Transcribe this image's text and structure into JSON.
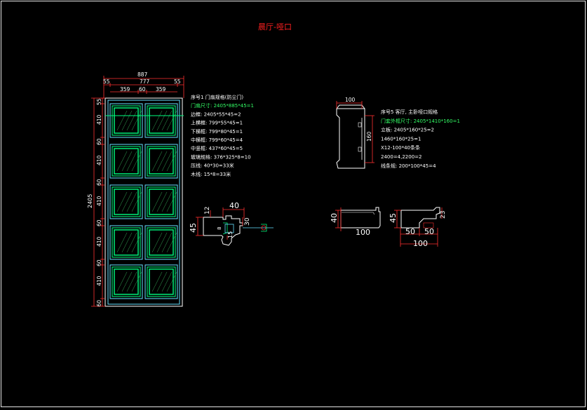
{
  "title": "晨厅-哑口",
  "door": {
    "overall_width": "887",
    "sub_widths": [
      "55",
      "777",
      "55"
    ],
    "panel_widths": [
      "359",
      "60",
      "359"
    ],
    "total_height": "2405",
    "left_dims": [
      "55",
      "410",
      "60",
      "410",
      "60",
      "410",
      "60",
      "410",
      "60",
      "410",
      "60"
    ]
  },
  "spec_left": {
    "lines": [
      "序号1  门扇规格(防尘门)",
      "门扇尺寸: 2405*885*45=1",
      "边框: 2405*55*45=2",
      "上横框: 799*55*45=1",
      "下横框: 799*80*45=1",
      "中横框: 799*60*45=4",
      "中竖框: 437*60*45=5",
      "玻璃规格: 376*325*8=10",
      "压线: 40*30=33米",
      "木线: 15*8=33米"
    ],
    "highlight_index": 1
  },
  "spec_right": {
    "lines": [
      "序号5  客厅, 主卧哑口规格",
      "门套外框尺寸: 2405*1410*160=1",
      "立板: 2405*160*25=2",
      "      1460*160*25=1",
      "X12-100*40条条",
      "  2400=4,2200=2",
      "线条规: 200*100*45=4"
    ],
    "highlight_index": 1
  },
  "profile_molding": {
    "w": "40",
    "h": "45",
    "a": "12",
    "b": "30",
    "c": "15",
    "d": "8"
  },
  "jamb": {
    "top": "100",
    "side": "160"
  },
  "trim1": {
    "h": "40",
    "w": "100"
  },
  "trim2": {
    "h": "45",
    "w1": "50",
    "w2": "50",
    "total": "100",
    "r": "23"
  },
  "colors": {
    "line": "#ffffff",
    "dim": "#ff3030",
    "panel": "#00ff80",
    "glass": "#33cc66",
    "frame": "#66e0ff",
    "text": "#ffffff",
    "title": "#ff2020"
  }
}
